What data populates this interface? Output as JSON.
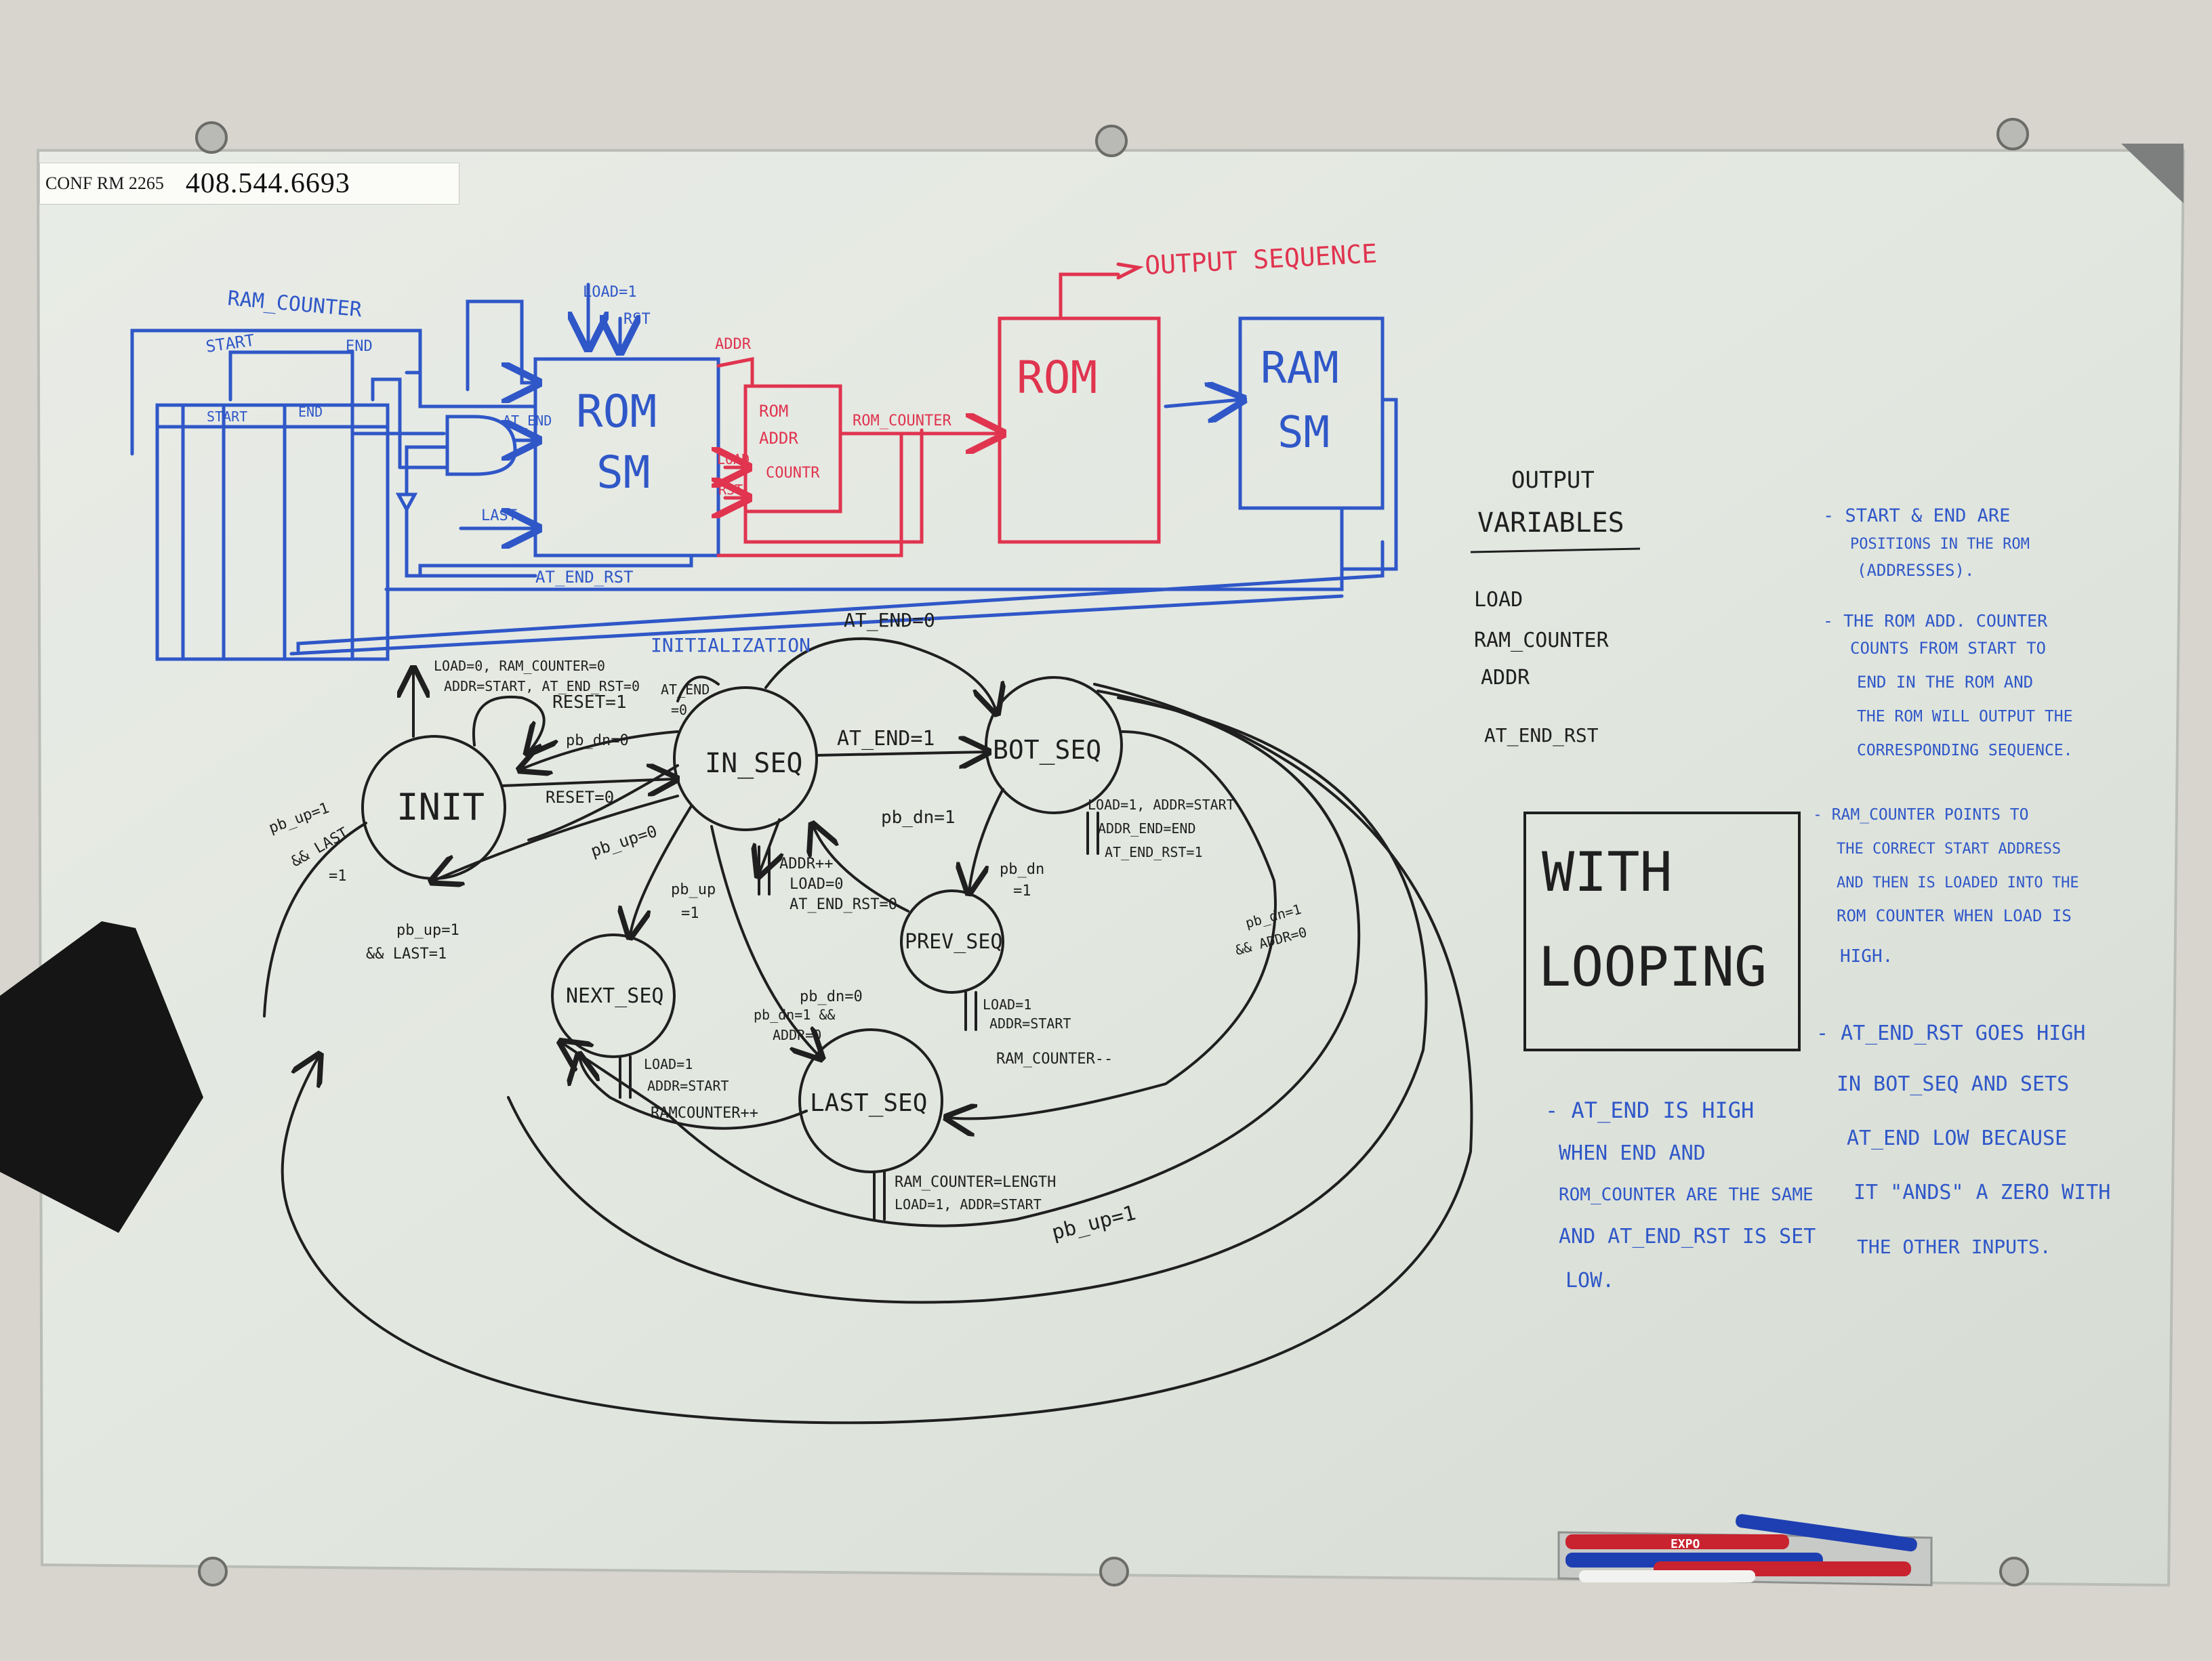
{
  "room_label": {
    "room": "CONF RM 2265",
    "phone": "408.544.6693"
  },
  "colors": {
    "blue_marker": "#2f57c8",
    "red_marker": "#e0344f",
    "black_marker": "#1f1f1f",
    "board": "#e4e8e1",
    "wall": "#d9d6cf"
  },
  "block_diagram": {
    "output_sequence": "OUTPUT SEQUENCE",
    "rom": "ROM",
    "ram_sm_line1": "RAM",
    "ram_sm_line2": "SM",
    "rom_sm_line1": "ROM",
    "rom_sm_line2": "SM",
    "rom_addr_counter_line1": "ROM",
    "rom_addr_counter_line2": "ADDR",
    "rom_addr_counter_line3": "COUNTR",
    "ram_counter": "RAM_COUNTER",
    "start": "START",
    "end": "END",
    "load": "LOAD=1",
    "rst": "RST",
    "addr": "ADDR",
    "at_end": "AT_END",
    "last": "LAST",
    "at_end_rst": "AT_END_RST",
    "rom_counter": "ROM_COUNTER",
    "ld": "LOAD",
    "rst2": "RST",
    "table_col_start": "START",
    "table_col_end": "END"
  },
  "state_machine": {
    "states": {
      "init": "INIT",
      "in_seq": "IN_SEQ",
      "bot_seq": "BOT_SEQ",
      "prev_seq": "PREV_SEQ",
      "next_seq": "NEXT_SEQ",
      "last_seq": "LAST_SEQ"
    },
    "labels": {
      "initialization": "INITIALIZATION",
      "init_out1": "LOAD=0, RAM_COUNTER=0",
      "init_out2": "ADDR=START, AT_END_RST=0",
      "reset1": "RESET=1",
      "at_end0_a": "AT_END",
      "at_end0_b": "=0",
      "pb_dn0": "pb_dn=0",
      "reset0": "RESET=0",
      "at_end1": "AT_END=1",
      "at_end0_top": "AT_END=0",
      "pb_up1_left": "pb_up=1",
      "last1_a": "&& LAST",
      "last1_b": "=1",
      "pb_up0": "pb_up=0",
      "pb_dn1": "pb_dn=1",
      "pb_up1_mid": "pb_up",
      "pb_up1_mid_b": "=1",
      "addr_inc": "ADDR++",
      "load0": "LOAD=0",
      "at_end_rst0": "AT_END_RST=0",
      "pb_dn1_b": "pb_dn",
      "pb_dn1_c": "=1",
      "bot_out1": "LOAD=1, ADDR=START",
      "bot_out2": "ADDR_END=END",
      "bot_out3": "AT_END_RST=1",
      "pb_dn1_and": "pb_dn=1",
      "addr0": "&& ADDR=0",
      "pb_up1_last": "pb_up=1",
      "last1_and": "&& LAST=1",
      "pb_dn0_b": "pb_dn=0",
      "pb_dn1_and_b": "pb_dn=1 &&",
      "addr0_b": "ADDR=0",
      "prev_out1": "LOAD=1",
      "prev_out2": "ADDR=START",
      "prev_out3": "RAM_COUNTER--",
      "next_out1": "LOAD=1",
      "next_out2": "ADDR=START",
      "next_out3": "RAMCOUNTER++",
      "last_out1": "RAM_COUNTER=LENGTH",
      "last_out2": "LOAD=1, ADDR=START",
      "pb_up1_bottom": "pb_up=1"
    }
  },
  "output_variables": {
    "heading1": "OUTPUT",
    "heading2": "VARIABLES",
    "items": [
      "LOAD",
      "RAM_COUNTER",
      "ADDR",
      "AT_END_RST"
    ]
  },
  "with_looping": {
    "line1": "WITH",
    "line2": "LOOPING"
  },
  "notes_right": [
    [
      "- START & END ARE",
      "POSITIONS IN THE ROM",
      "(ADDRESSES)."
    ],
    [
      "- THE ROM ADD. COUNTER",
      "COUNTS FROM START TO",
      "END IN THE ROM AND",
      "THE ROM WILL OUTPUT THE",
      "CORRESPONDING SEQUENCE."
    ],
    [
      "- RAM_COUNTER POINTS TO",
      "THE CORRECT START ADDRESS",
      "AND THEN IS LOADED INTO THE",
      "ROM COUNTER WHEN LOAD IS",
      "HIGH."
    ],
    [
      "- AT_END_RST GOES HIGH",
      "IN BOT_SEQ AND SETS",
      "AT_END LOW BECAUSE",
      "IT \"ANDS\" A ZERO WITH",
      "THE OTHER INPUTS."
    ]
  ],
  "notes_bottom": [
    "- AT_END IS HIGH",
    "WHEN END AND",
    "ROM_COUNTER ARE THE SAME",
    "AND AT_END_RST IS SET",
    "LOW."
  ],
  "markers": {
    "brand": "EXPO"
  }
}
